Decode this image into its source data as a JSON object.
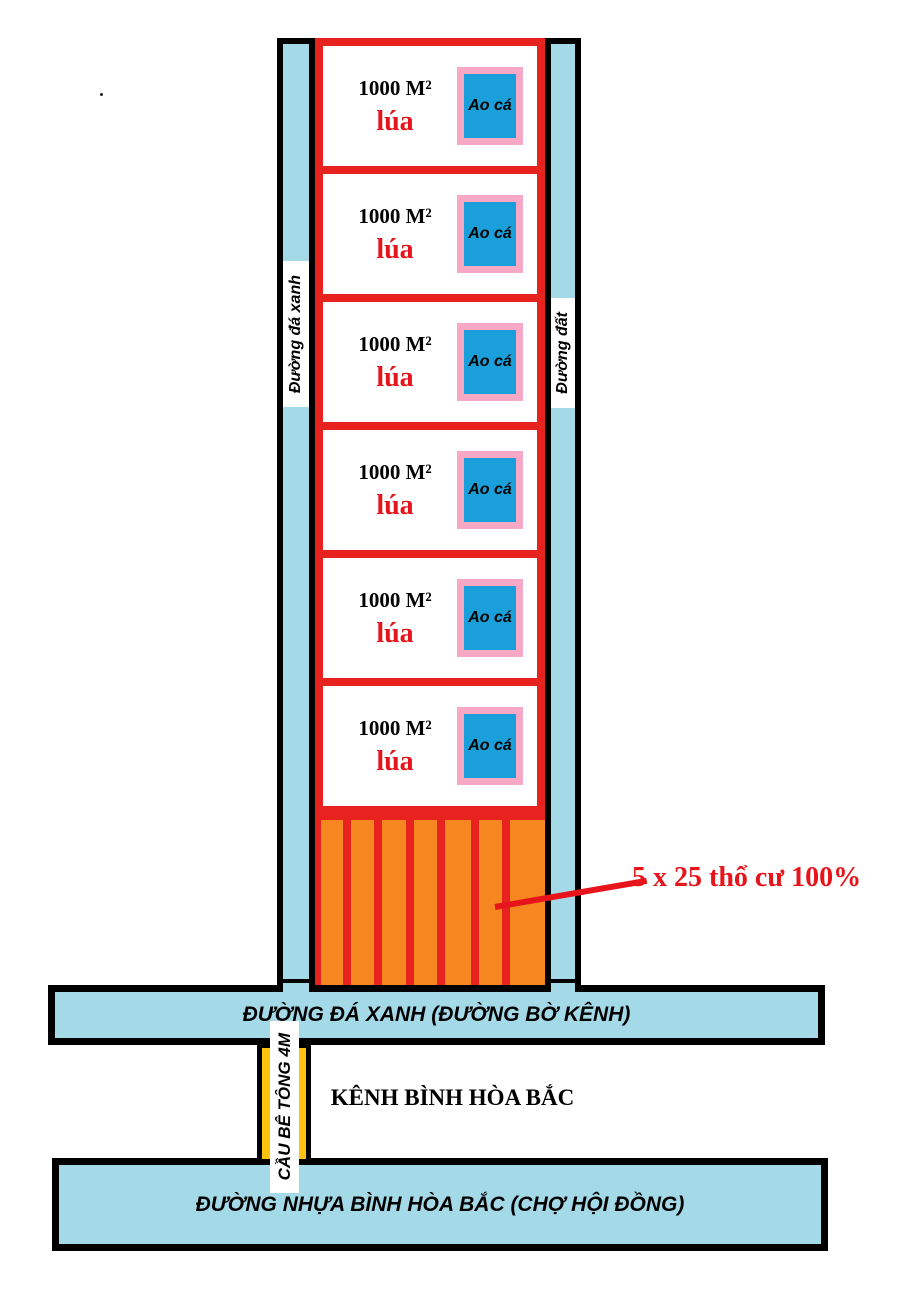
{
  "colors": {
    "road-blue": "#A4DAE8",
    "border-red": "#E8231F",
    "text-red": "#E8141B",
    "lot-orange": "#F6861F",
    "bridge-yellow": "#FFC20D",
    "pond-blue": "#1B9FDB",
    "pond-pink": "#F7A8C4",
    "ink": "#000000"
  },
  "side_roads": {
    "left": {
      "label": "Đường đá xanh"
    },
    "right": {
      "label": "Đường đất"
    }
  },
  "plots": [
    {
      "area": "1000 M²",
      "crop": "lúa",
      "pond": "Ao cá"
    },
    {
      "area": "1000 M²",
      "crop": "lúa",
      "pond": "Ao cá"
    },
    {
      "area": "1000 M²",
      "crop": "lúa",
      "pond": "Ao cá"
    },
    {
      "area": "1000 M²",
      "crop": "lúa",
      "pond": "Ao cá"
    },
    {
      "area": "1000 M²",
      "crop": "lúa",
      "pond": "Ao cá"
    },
    {
      "area": "1000 M²",
      "crop": "lúa",
      "pond": "Ao cá"
    }
  ],
  "residential": {
    "annotation": "5 x 25 thổ cư 100%",
    "lot_divider_count": 6
  },
  "canal": {
    "label": "KÊNH BÌNH HÒA BẮC"
  },
  "bridge": {
    "label": "CẦU BÊ TÔNG 4M"
  },
  "roads": {
    "canal_road": {
      "label": "ĐƯỜNG ĐÁ XANH (ĐƯỜNG BỜ KÊNH)"
    },
    "market_road": {
      "label": "ĐƯỜNG NHỰA BÌNH HÒA BẮC (CHỢ HỘI ĐỒNG)"
    }
  }
}
